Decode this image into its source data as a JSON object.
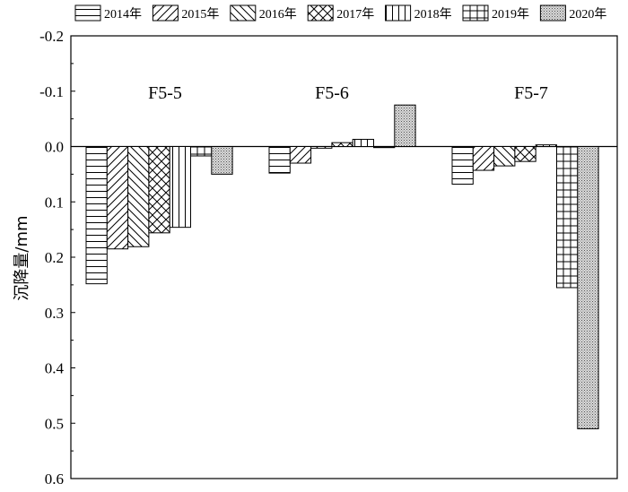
{
  "chart_data": {
    "type": "bar",
    "ylabel": "沉降量/mm",
    "ylim": [
      -0.2,
      0.6
    ],
    "y_inverted": true,
    "y_ticks": [
      "-0.2",
      "-0.1",
      "0.0",
      "0.1",
      "0.2",
      "0.3",
      "0.4",
      "0.5",
      "0.6"
    ],
    "legend_position": "top",
    "categories": [
      "F5-5",
      "F5-6",
      "F5-7"
    ],
    "series": [
      {
        "name": "2014年",
        "pattern": "horizontal-lines",
        "values": [
          0.248,
          0.048,
          0.068
        ]
      },
      {
        "name": "2015年",
        "pattern": "forward-diagonal",
        "values": [
          0.185,
          0.03,
          0.043
        ]
      },
      {
        "name": "2016年",
        "pattern": "back-diagonal",
        "values": [
          0.181,
          0.003,
          0.035
        ]
      },
      {
        "name": "2017年",
        "pattern": "cross-hatch",
        "values": [
          0.156,
          -0.007,
          0.027
        ]
      },
      {
        "name": "2018年",
        "pattern": "vertical-lines",
        "values": [
          0.146,
          -0.013,
          -0.003
        ]
      },
      {
        "name": "2019年",
        "pattern": "grid",
        "values": [
          0.017,
          0.0,
          0.255
        ]
      },
      {
        "name": "2020年",
        "pattern": "dots",
        "values": [
          0.05,
          -0.075,
          0.51
        ]
      }
    ]
  }
}
